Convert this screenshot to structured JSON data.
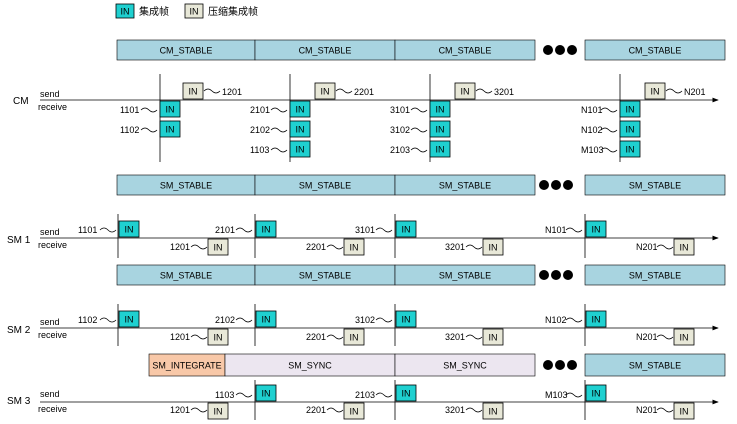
{
  "legend": [
    {
      "box": "IN",
      "text": "集成帧",
      "kind": "integration"
    },
    {
      "box": "IN",
      "text": "压缩集成帧",
      "kind": "compressed"
    }
  ],
  "colors": {
    "integration_frame": "#1fd0d0",
    "compressed_frame": "#e8e8d8",
    "stable_state": "#a8d4e0",
    "sync_state": "#ece6f0",
    "integrate_state": "#f8c8a8",
    "ellipsis": "#000000"
  },
  "frame_label": "IN",
  "rows": [
    {
      "id": "cm",
      "name": "CM",
      "send_label": "send",
      "receive_label": "receive",
      "states": [
        "CM_STABLE",
        "CM_STABLE",
        "CM_STABLE",
        "CM_STABLE"
      ],
      "send_frames": [
        "1201",
        "2201",
        "3201",
        "N201"
      ],
      "receive_frames": [
        [
          "1101",
          "1102"
        ],
        [
          "2101",
          "2102",
          "1103"
        ],
        [
          "3101",
          "3102",
          "2103"
        ],
        [
          "N101",
          "N102",
          "M103"
        ]
      ]
    },
    {
      "id": "sm1",
      "name": "SM 1",
      "send_label": "send",
      "receive_label": "receive",
      "states": [
        "SM_STABLE",
        "SM_STABLE",
        "SM_STABLE",
        "SM_STABLE"
      ],
      "send_frames": [
        "1101",
        "2101",
        "3101",
        "N101"
      ],
      "receive_frames": [
        "1201",
        "2201",
        "3201",
        "N201"
      ]
    },
    {
      "id": "sm2",
      "name": "SM 2",
      "send_label": "send",
      "receive_label": "receive",
      "states": [
        "SM_STABLE",
        "SM_STABLE",
        "SM_STABLE",
        "SM_STABLE"
      ],
      "send_frames": [
        "1102",
        "2102",
        "3102",
        "N102"
      ],
      "receive_frames": [
        "1201",
        "2201",
        "3201",
        "N201"
      ]
    },
    {
      "id": "sm3",
      "name": "SM 3",
      "send_label": "send",
      "receive_label": "receive",
      "states": [
        "SM_INTEGRATE",
        "SM_SYNC",
        "SM_SYNC",
        "SM_STABLE"
      ],
      "send_frames": [
        "1103",
        "2103",
        "M103"
      ],
      "receive_frames": [
        "1201",
        "2201",
        "3201",
        "N201"
      ]
    }
  ]
}
